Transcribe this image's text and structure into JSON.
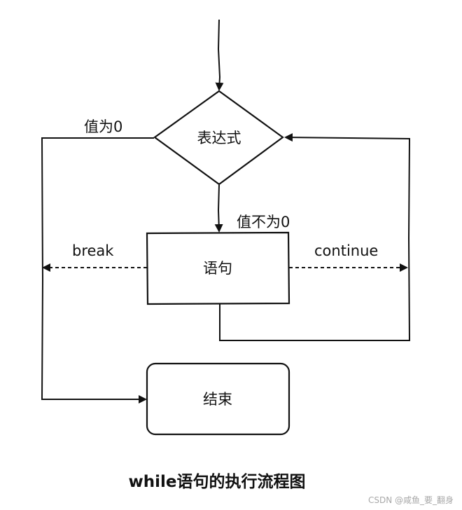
{
  "nodes": {
    "decision": "表达式",
    "statement": "语句",
    "end": "结束"
  },
  "edges": {
    "zero": "值为0",
    "nonzero": "值不为0",
    "break": "break",
    "continue": "continue"
  },
  "caption": "while语句的执行流程图",
  "watermark": "CSDN @咸鱼_要_翻身",
  "colors": {
    "stroke": "#111111",
    "background": "#ffffff",
    "watermark": "#a8a8a8"
  }
}
